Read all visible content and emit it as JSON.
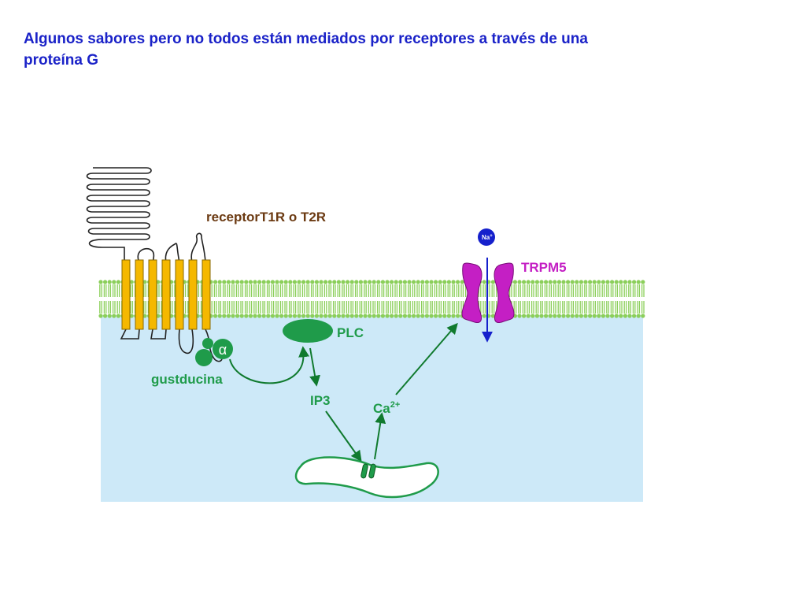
{
  "title": {
    "line1": "Algunos sabores pero no todos están mediados por receptores a través de una",
    "line2": "proteína G"
  },
  "labels": {
    "receptor": "receptorT1R o T2R",
    "gprotein": "gustducina",
    "alpha": "α",
    "plc": "PLC",
    "ip3": "IP3",
    "ca_base": "Ca",
    "ca_charge": "2+",
    "channel": "TRPM5",
    "na_base": "Na",
    "na_charge": "+"
  },
  "colors": {
    "title": "#1a22c8",
    "receptor_label": "#6b3a12",
    "receptor_helix": "#f5b800",
    "green": "#1f9b4a",
    "dark_green": "#107a2e",
    "channel": "#c41fc4",
    "sodium": "#1520cc",
    "cytoplasm": "#cde9f8",
    "membrane_bead": "#8bcf5a"
  }
}
